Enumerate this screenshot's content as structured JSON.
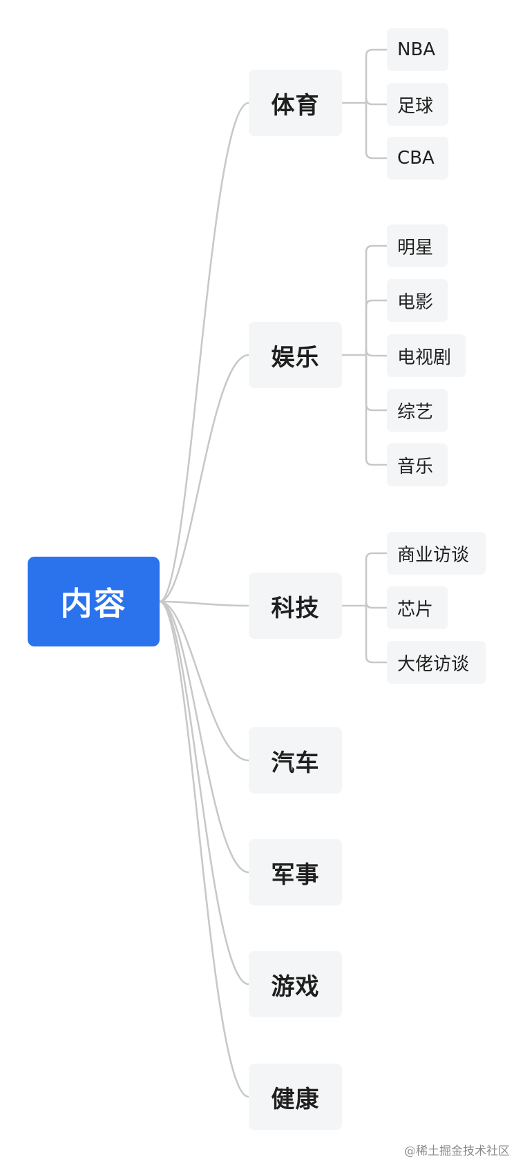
{
  "diagram": {
    "root": {
      "label": "内容",
      "color": "#2b73ec"
    },
    "link_color": "#c8c8c8",
    "node_fill": "#f4f5f6",
    "branches": [
      {
        "id": "sports",
        "label": "体育",
        "children": [
          "NBA",
          "足球",
          "CBA"
        ]
      },
      {
        "id": "entertainment",
        "label": "娱乐",
        "children": [
          "明星",
          "电影",
          "电视剧",
          "综艺",
          "音乐"
        ]
      },
      {
        "id": "tech",
        "label": "科技",
        "children": [
          "商业访谈",
          "芯片",
          "大佬访谈"
        ]
      },
      {
        "id": "auto",
        "label": "汽车",
        "children": []
      },
      {
        "id": "military",
        "label": "军事",
        "children": []
      },
      {
        "id": "games",
        "label": "游戏",
        "children": []
      },
      {
        "id": "health",
        "label": "健康",
        "children": []
      }
    ]
  },
  "watermark": "@稀土掘金技术社区"
}
